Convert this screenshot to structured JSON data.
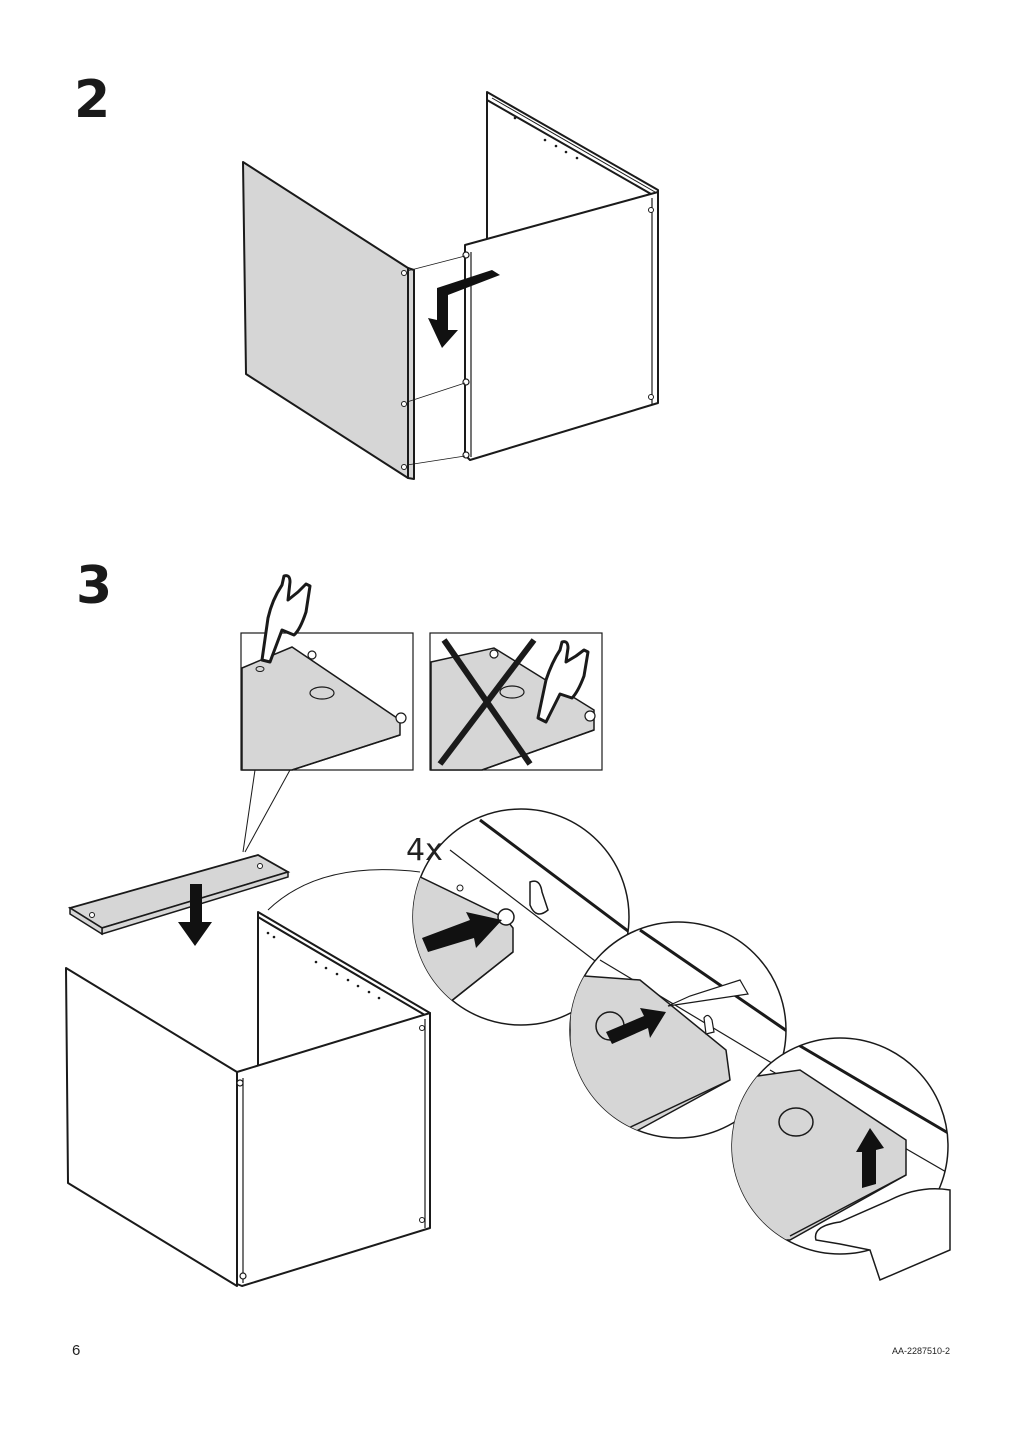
{
  "steps": {
    "step2": {
      "number": "2"
    },
    "step3": {
      "number": "3",
      "quantity_label": "4x"
    }
  },
  "footer": {
    "page_number": "6",
    "document_code": "AA-2287510-2"
  },
  "colors": {
    "panel_fill": "#d6d6d6",
    "line": "#1a1a1a",
    "arrow": "#111111"
  },
  "icons": [
    "arrow-icon",
    "finger-point-icon",
    "cross-icon",
    "hand-icon",
    "magnifier-circle-icon"
  ]
}
